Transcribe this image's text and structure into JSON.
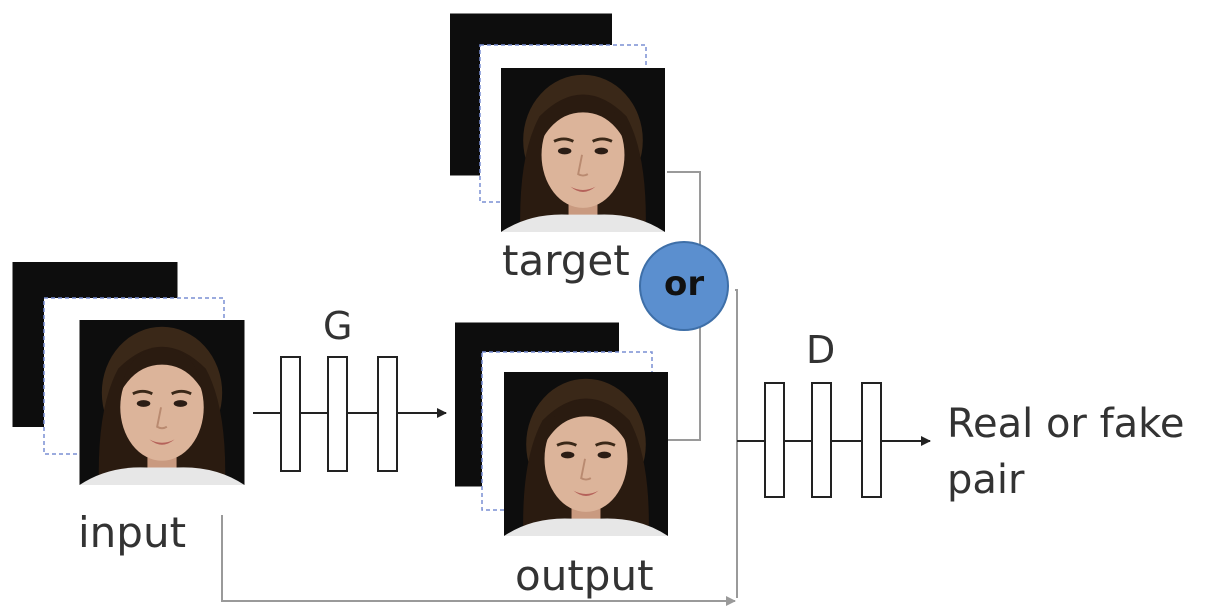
{
  "labels": {
    "input": "input",
    "target": "target",
    "output": "output",
    "generator": "G",
    "discriminator": "D",
    "or": "or",
    "result_line1": "Real or fake",
    "result_line2": "pair"
  },
  "colors": {
    "line": "#9a9a9a",
    "arrow": "#222222",
    "or_circle": "#5b8fcf",
    "or_circle_border": "#3e6fa8",
    "photo_background": "#0d0d0d",
    "frame_border": "#7a8fd4",
    "block_border": "#222222"
  },
  "icons": {
    "face_photo": "face-photo-icon",
    "network_layer": "layer-block-icon"
  }
}
